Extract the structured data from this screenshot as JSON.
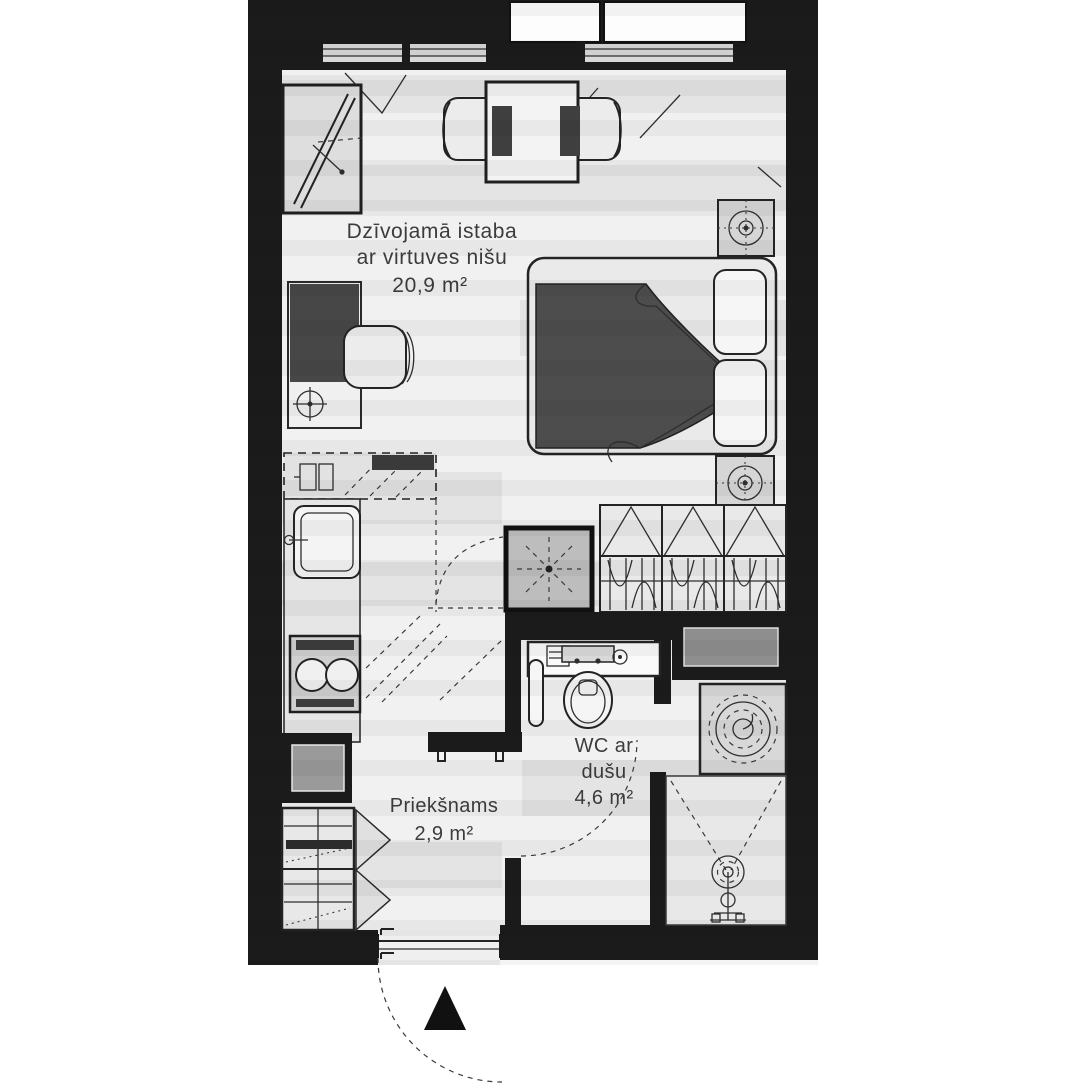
{
  "plan": {
    "type": "apartment-floor-plan",
    "rooms": {
      "living": {
        "line1": "Dzīvojamā istaba",
        "line2": "ar virtuves nišu",
        "area": "20,9 m²"
      },
      "wc": {
        "line1": "WC ar",
        "line2": "dušu",
        "area": "4,6 m²"
      },
      "hall": {
        "line1": "Priekšnams",
        "area": "2,9 m²"
      }
    },
    "colors": {
      "wall": "#1b1b1b",
      "floor": "#f1f1f1",
      "duvet": "#4d4d4d",
      "label_text": "#3c3c3c"
    },
    "symbols": [
      "window",
      "bed",
      "pillow",
      "nightstand-lamp",
      "dining-table",
      "chair",
      "tv-unit",
      "sideboard",
      "armchair",
      "floor-lamp",
      "kitchen-counter",
      "kitchen-sink",
      "hob",
      "upper-cabinets",
      "ventilation-shaft",
      "wardrobe",
      "toilet",
      "towel-rail",
      "mirror-shelf",
      "washing-machine",
      "shower-drain",
      "shower-mixer",
      "shoe-cabinet",
      "electrical-panel",
      "entrance-door",
      "door-swing",
      "entrance-arrow"
    ]
  }
}
